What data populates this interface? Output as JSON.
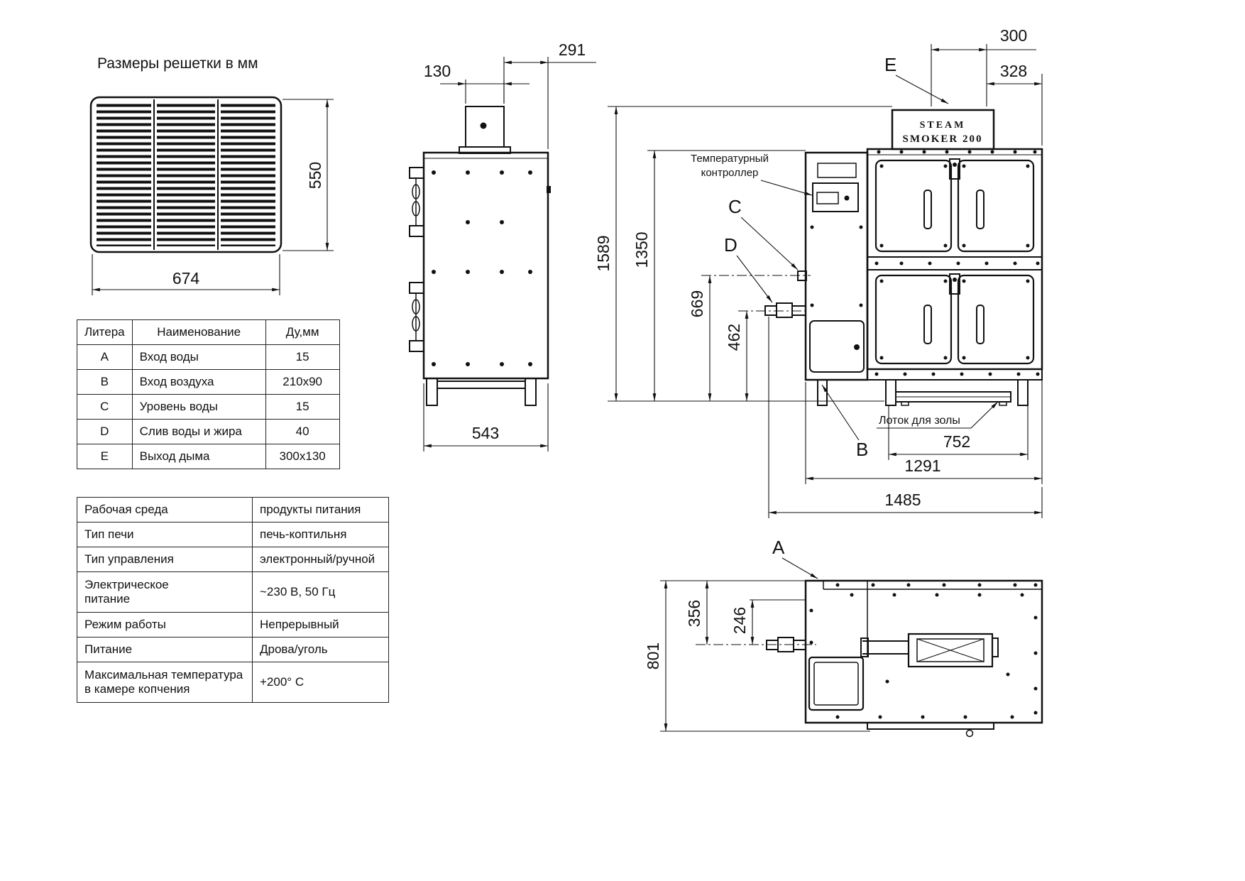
{
  "title": "Размеры решетки в мм",
  "grate": {
    "dim_width": "674",
    "dim_height": "550"
  },
  "side_view": {
    "dim_chimney_width": "130",
    "dim_chimney_offset": "291",
    "dim_depth": "543"
  },
  "front_view": {
    "brand_line1": "STEAM",
    "brand_line2": "SMOKER 200",
    "controller_label_line1": "Температурный",
    "controller_label_line2": "контроллер",
    "ash_tray_label": "Лоток для золы",
    "dim_chimney_width": "300",
    "dim_chimney_offset": "328",
    "dim_total_height": "1589",
    "dim_body_height": "1350",
    "dim_water_level_height": "669",
    "dim_drain_height": "462",
    "dim_tray_width": "752",
    "dim_body_width": "1291",
    "dim_total_width": "1485",
    "mark_e": "E",
    "mark_c": "C",
    "mark_d": "D",
    "mark_b": "B"
  },
  "top_view": {
    "dim_depth": "801",
    "dim_axis_1": "356",
    "dim_axis_2": "246",
    "mark_a": "A"
  },
  "ports_table": {
    "headers": [
      "Литера",
      "Наименование",
      "Ду,мм"
    ],
    "rows": [
      {
        "letter": "A",
        "name": "Вход воды",
        "size": "15"
      },
      {
        "letter": "B",
        "name": "Вход воздуха",
        "size": "210x90"
      },
      {
        "letter": "C",
        "name": "Уровень воды",
        "size": "15"
      },
      {
        "letter": "D",
        "name": "Слив воды и жира",
        "size": "40"
      },
      {
        "letter": "E",
        "name": "Выход дыма",
        "size": "300x130"
      }
    ]
  },
  "specs_table": {
    "rows": [
      {
        "param": "Рабочая среда",
        "value": "продукты питания"
      },
      {
        "param": "Тип печи",
        "value": "печь-коптильня"
      },
      {
        "param": "Тип управления",
        "value": "электронный/ручной"
      },
      {
        "param": "Электрическое\n питание",
        "value": "~230 В, 50 Гц"
      },
      {
        "param": "Режим работы",
        "value": "Непрерывный"
      },
      {
        "param": "Питание",
        "value": "Дрова/уголь"
      },
      {
        "param": "Максимальная температура\nв камере копчения",
        "value": "+200° C"
      }
    ]
  }
}
